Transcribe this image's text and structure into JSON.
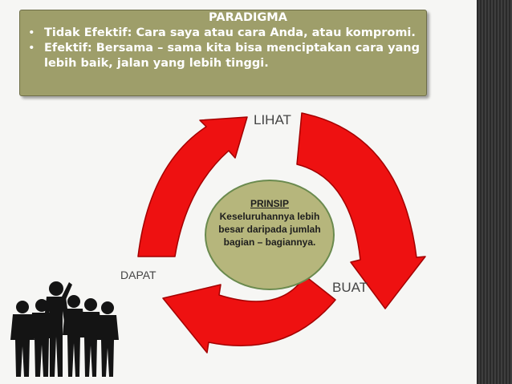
{
  "callout": {
    "title": "PARADIGMA",
    "bullets": [
      "Tidak Efektif: Cara saya atau cara Anda, atau kompromi.",
      "Efektif: Bersama – sama kita bisa menciptakan cara yang lebih baik, jalan yang lebih tinggi."
    ]
  },
  "cycle": {
    "labels": {
      "top": "LIHAT",
      "right": "BUAT",
      "left": "DAPAT"
    }
  },
  "center": {
    "title": "PRINSIP",
    "body": "Keseluruhannya lebih besar daripada jumlah bagian – bagiannya."
  },
  "colors": {
    "arrow": "#ee1111",
    "arrow_edge": "#a40000",
    "callout_bg": "#9e9e6a",
    "circle_bg": "#b6b67c",
    "circle_border": "#6a8a4e"
  },
  "decor": {
    "illustration": "business-people-silhouettes"
  }
}
